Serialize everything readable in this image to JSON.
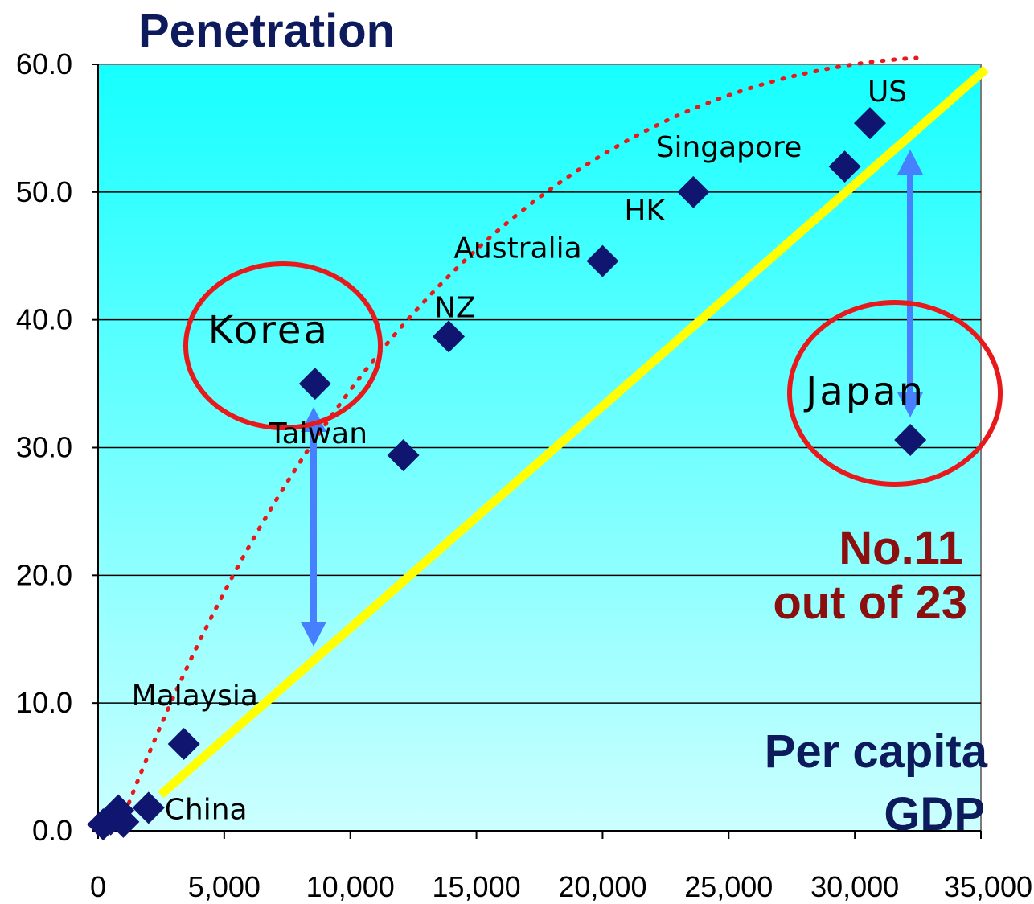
{
  "chart_data": {
    "type": "scatter",
    "title": "Penetration",
    "xlabel_lines": [
      "Per capita",
      "GDP"
    ],
    "annotation_lines": [
      "No.11",
      "out of 23"
    ],
    "xlim": [
      0,
      35000
    ],
    "ylim": [
      0,
      60
    ],
    "xticks": [
      "0",
      "5,000",
      "10,000",
      "15,000",
      "20,000",
      "25,000",
      "30,000",
      "35,000"
    ],
    "yticks": [
      "0.0",
      "10.0",
      "20.0",
      "30.0",
      "40.0",
      "50.0",
      "60.0"
    ],
    "grid": "horizontal",
    "points": [
      {
        "label": "",
        "x": 200,
        "y": 0.5
      },
      {
        "label": "",
        "x": 500,
        "y": 0.9
      },
      {
        "label": "",
        "x": 800,
        "y": 1.6
      },
      {
        "label": "",
        "x": 1000,
        "y": 0.7
      },
      {
        "label": "China",
        "x": 2000,
        "y": 1.8
      },
      {
        "label": "Malaysia",
        "x": 3400,
        "y": 6.8
      },
      {
        "label": "Korea",
        "x": 8600,
        "y": 35.0
      },
      {
        "label": "Taiwan",
        "x": 12100,
        "y": 29.4
      },
      {
        "label": "NZ",
        "x": 13900,
        "y": 38.7
      },
      {
        "label": "Australia",
        "x": 20000,
        "y": 44.6
      },
      {
        "label": "HK",
        "x": 23600,
        "y": 50.0
      },
      {
        "label": "Singapore",
        "x": 29600,
        "y": 52.0
      },
      {
        "label": "US",
        "x": 30600,
        "y": 55.4
      },
      {
        "label": "Japan",
        "x": 32200,
        "y": 30.6
      }
    ],
    "highlighted": [
      "Korea",
      "Japan"
    ],
    "colors": {
      "marker": "#101670",
      "trend_curve": "#e8191b",
      "linear_line": "#ffff00",
      "arrow": "#4680ff",
      "highlight_circle": "#e8191b",
      "plot_top": "#16ffff",
      "plot_bottom": "#ccffff"
    }
  }
}
